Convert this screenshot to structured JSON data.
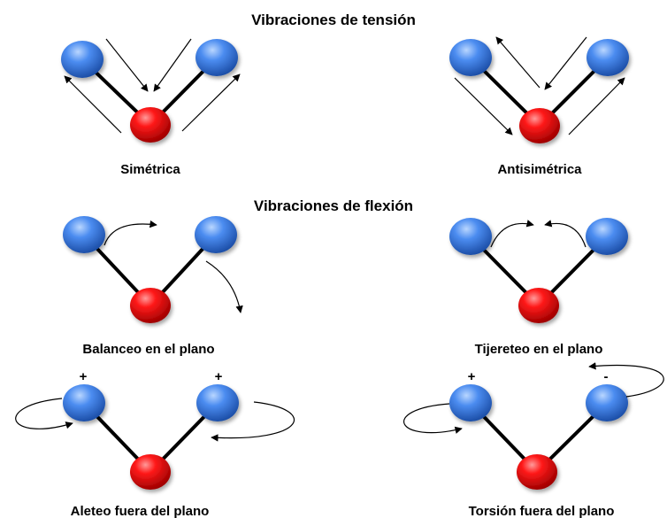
{
  "headings": {
    "stretching": "Vibraciones de tensión",
    "bending": "Vibraciones de flexión"
  },
  "modes": {
    "symmetric": {
      "label": "Simétrica"
    },
    "antisymmetric": {
      "label": "Antisimétrica"
    },
    "rocking": {
      "label": "Balanceo en el plano"
    },
    "scissoring": {
      "label": "Tijereteo en el plano"
    },
    "wagging": {
      "label": "Aleteo fuera del plano",
      "sign_left": "+",
      "sign_right": "+"
    },
    "twisting": {
      "label": "Torsión fuera del plano",
      "sign_left": "+",
      "sign_right": "-"
    }
  },
  "colors": {
    "central_atom": "#e8000a",
    "outer_atom": "#3d7fe6",
    "bond": "#000000",
    "arrow": "#000000"
  }
}
